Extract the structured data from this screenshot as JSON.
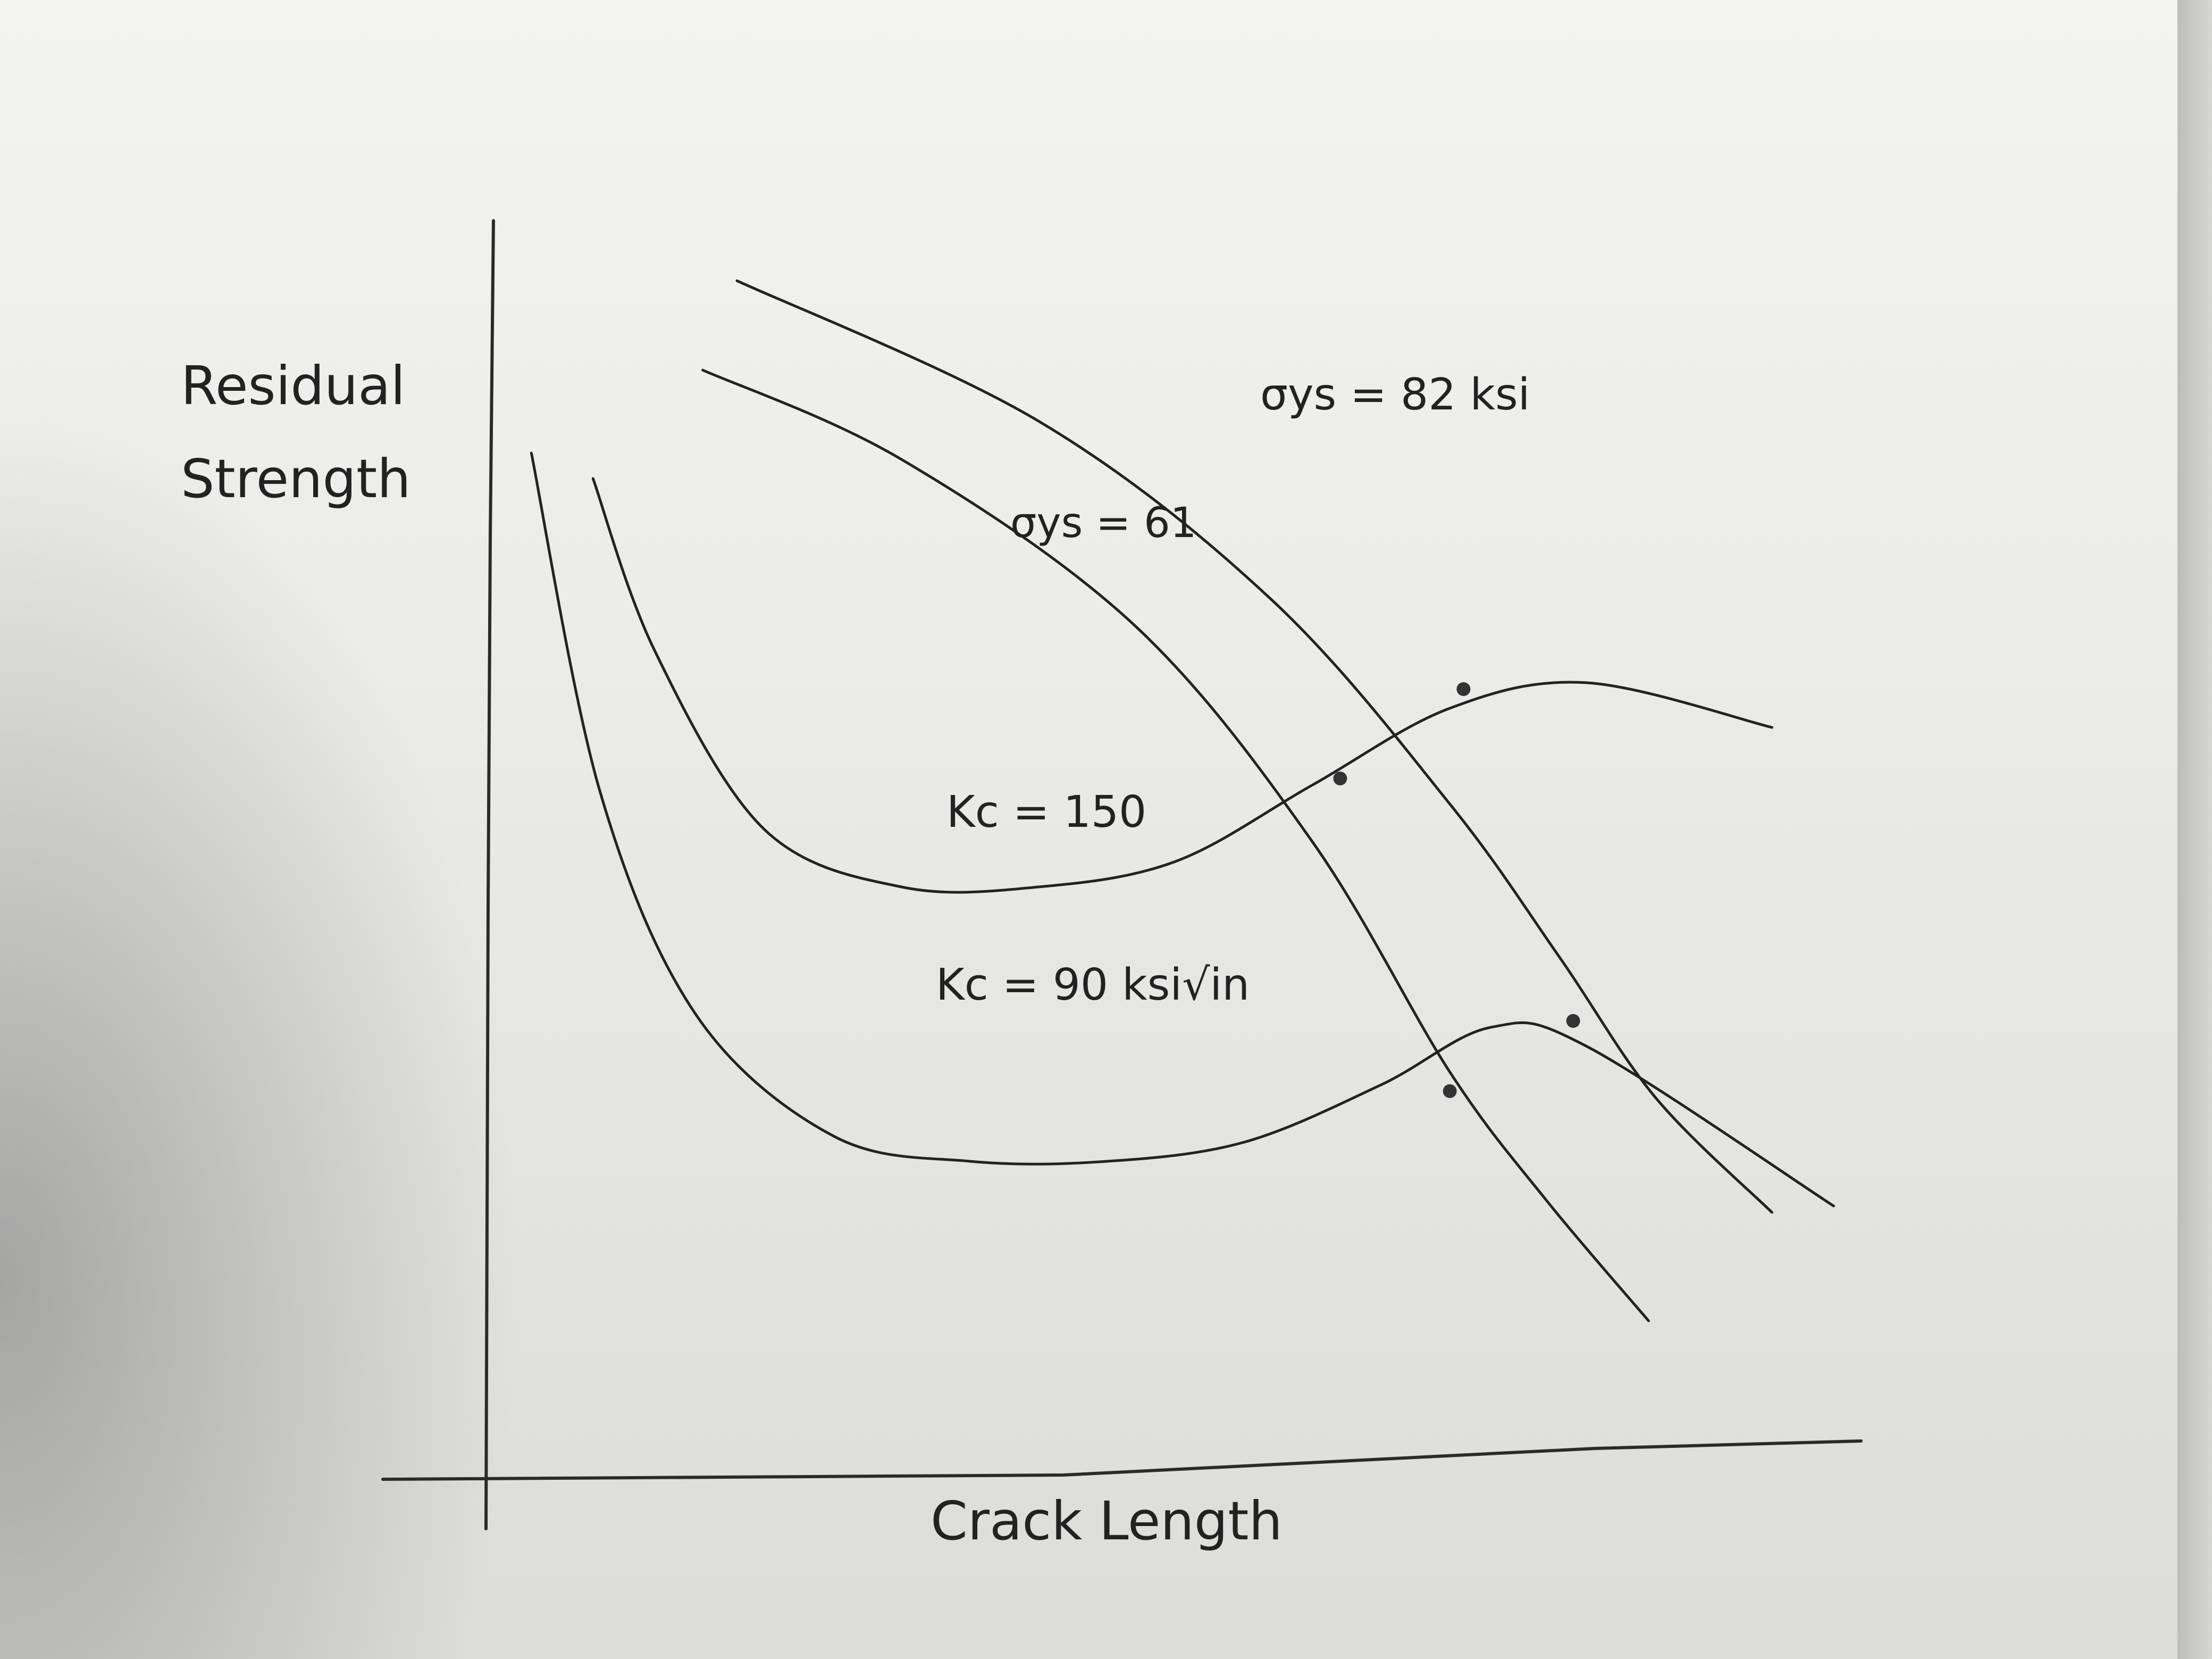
{
  "chart_data": {
    "type": "line",
    "title": "",
    "xlabel": "Crack Length",
    "ylabel_lines": [
      "Residual",
      "Strength"
    ],
    "xlim": [
      0,
      10
    ],
    "ylim": [
      0,
      10
    ],
    "grid": false,
    "legend": "none",
    "series": [
      {
        "name": "σys = 82 ksi",
        "kind": "yield-line",
        "x": [
          1.8,
          4.0,
          5.7,
          7.0,
          7.8,
          8.5,
          9.35
        ],
        "y": [
          9.3,
          8.2,
          6.8,
          5.2,
          4.0,
          2.9,
          2.0
        ]
      },
      {
        "name": "σys = 61",
        "kind": "yield-line",
        "x": [
          1.55,
          3.0,
          4.7,
          6.0,
          7.0,
          7.7,
          8.45
        ],
        "y": [
          8.6,
          7.9,
          6.6,
          4.9,
          3.1,
          2.1,
          1.15
        ]
      },
      {
        "name": "Kc = 150",
        "kind": "fracture-curve",
        "x": [
          0.75,
          1.2,
          2.0,
          3.0,
          4.0,
          5.0,
          6.0,
          7.0,
          8.0,
          9.35
        ],
        "y": [
          7.75,
          6.4,
          5.0,
          4.55,
          4.55,
          4.75,
          5.35,
          5.95,
          6.15,
          5.8
        ]
      },
      {
        "name": "Kc = 90 ksi√in",
        "kind": "fracture-curve",
        "x": [
          0.3,
          0.8,
          1.5,
          2.5,
          3.5,
          4.5,
          5.5,
          6.5,
          7.3,
          8.0,
          9.8
        ],
        "y": [
          7.95,
          5.3,
          3.55,
          2.6,
          2.4,
          2.4,
          2.55,
          3.0,
          3.45,
          3.3,
          2.05
        ]
      }
    ],
    "intersections": [
      {
        "x": 6.2,
        "y": 5.4
      },
      {
        "x": 7.1,
        "y": 6.1
      },
      {
        "x": 7.0,
        "y": 2.95
      },
      {
        "x": 7.9,
        "y": 3.5
      }
    ],
    "annotations": {
      "s82": "σys = 82 ksi",
      "s61": "σys = 61",
      "k150": "Kc = 150",
      "k90": "Kc = 90 ksi√in"
    }
  },
  "colors": {
    "ink": "#222222",
    "paper": "#efefed"
  }
}
